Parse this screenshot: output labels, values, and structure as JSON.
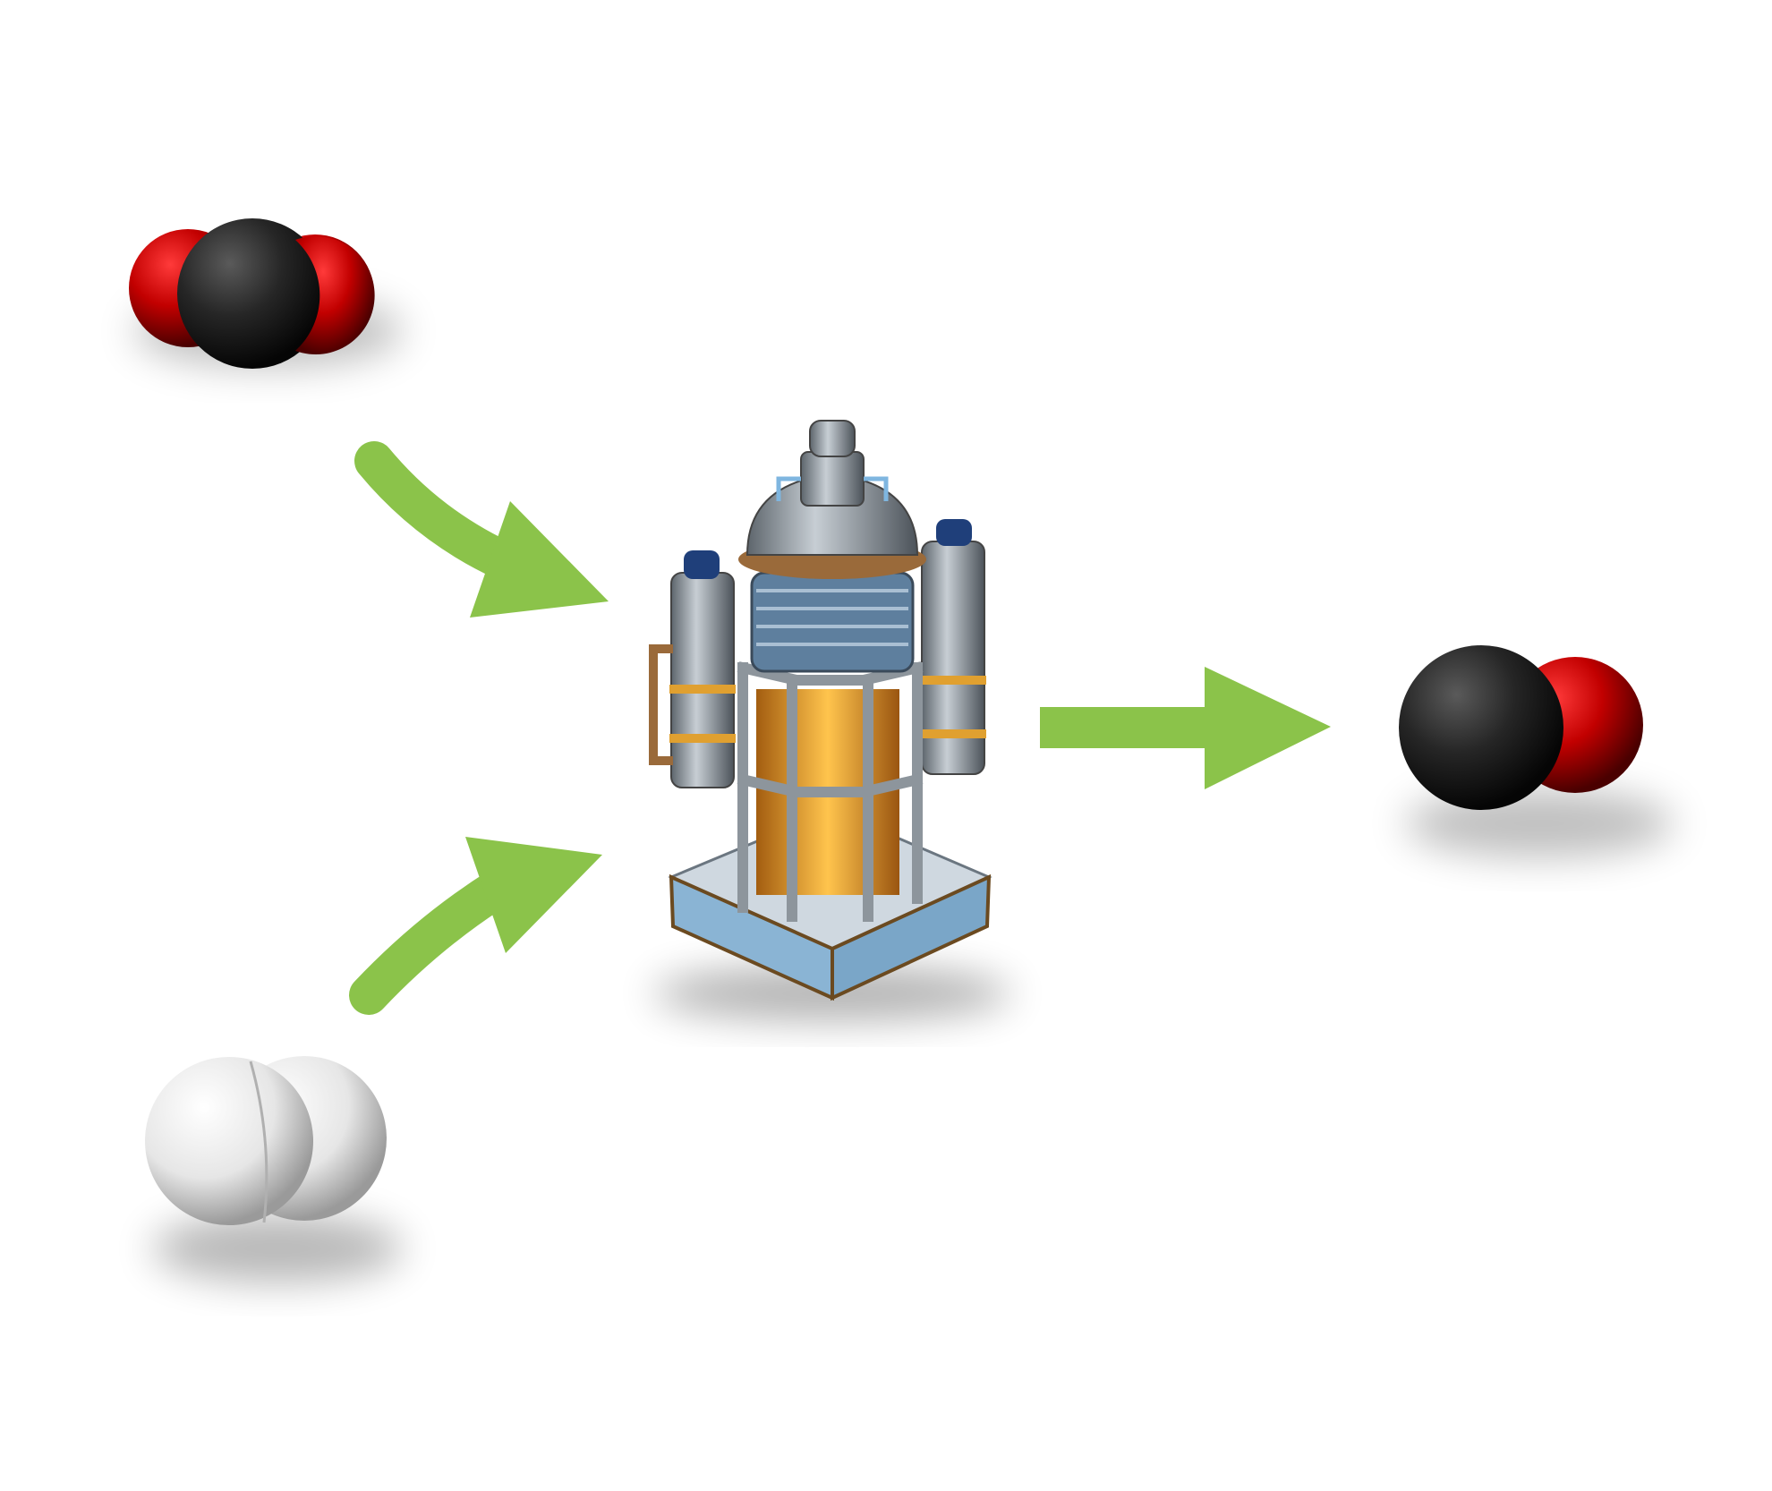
{
  "diagram": {
    "reactants": [
      {
        "molecule": "carbon-dioxide",
        "atoms": [
          "O",
          "C",
          "O"
        ]
      },
      {
        "molecule": "hydrogen",
        "atoms": [
          "H",
          "H"
        ]
      }
    ],
    "process": {
      "icon": "reactor-icon"
    },
    "products": [
      {
        "molecule": "carbon-monoxide",
        "atoms": [
          "C",
          "O"
        ]
      }
    ],
    "colors": {
      "arrow": "#8bc34a",
      "oxygen": "#d40000",
      "carbon": "#222222",
      "hydrogen": "#f2f2f2",
      "reactor_glow": "#f2a93b",
      "reactor_metal": "#9aa3ab"
    }
  }
}
